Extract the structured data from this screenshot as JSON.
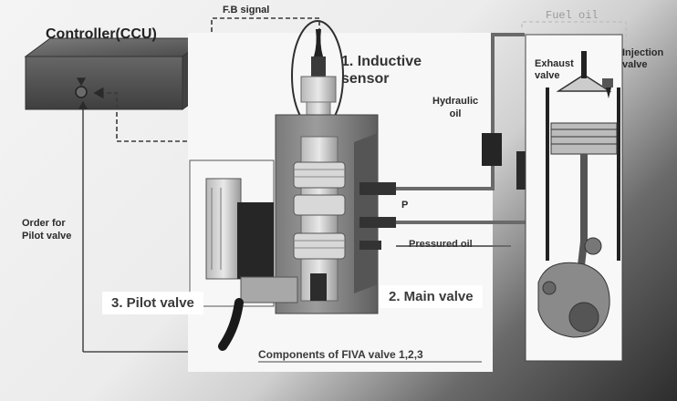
{
  "controller": {
    "title": "Controller(CCU)"
  },
  "signals": {
    "feedback": "F.B  signal",
    "order": "Order for\nPilot valve"
  },
  "components": {
    "sensor": "1. Inductive\nsensor",
    "main_valve": "2. Main valve",
    "pilot_valve": "3. Pilot valve"
  },
  "hydraulic": {
    "oil": "Hydraulic\noil",
    "port_p": "P",
    "pressured_oil": "Pressured oil"
  },
  "engine": {
    "fuel_oil": "Fuel oil",
    "exhaust_valve": "Exhaust\nvalve",
    "injection_valve": "Injection\nvalve"
  },
  "caption": "Components of FIVA valve 1,2,3",
  "colors": {
    "controller_box": "#5a5a5a",
    "pipe": "#6a6a6a",
    "signal_line": "#3a3a3a"
  }
}
